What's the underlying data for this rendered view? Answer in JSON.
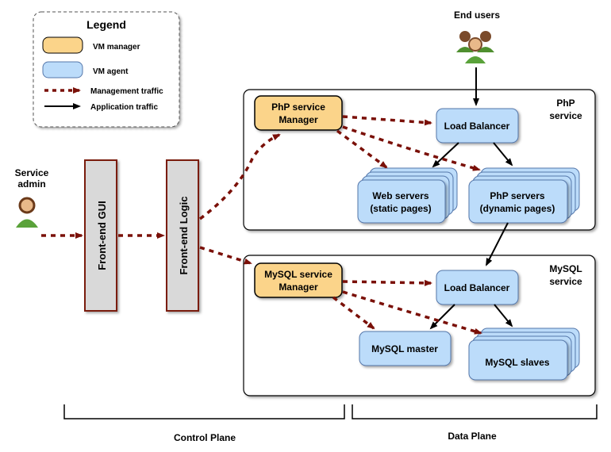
{
  "legend": {
    "title": "Legend",
    "vm_manager": "VM manager",
    "vm_agent": "VM agent",
    "management_traffic": "Management traffic",
    "application_traffic": "Application traffic"
  },
  "actors": {
    "end_users": "End users",
    "service_admin_line1": "Service",
    "service_admin_line2": "admin"
  },
  "front_end": {
    "gui": "Front-end GUI",
    "logic": "Front-end Logic"
  },
  "php_service": {
    "title_line1": "PhP",
    "title_line2": "service",
    "manager_line1": "PhP service",
    "manager_line2": "Manager",
    "load_balancer": "Load Balancer",
    "web_servers_line1": "Web servers",
    "web_servers_line2": "(static pages)",
    "php_servers_line1": "PhP servers",
    "php_servers_line2": "(dynamic pages)"
  },
  "mysql_service": {
    "title_line1": "MySQL",
    "title_line2": "service",
    "manager_line1": "MySQL service",
    "manager_line2": "Manager",
    "load_balancer": "Load Balancer",
    "master": "MySQL master",
    "slaves": "MySQL slaves"
  },
  "planes": {
    "control": "Control Plane",
    "data": "Data Plane"
  },
  "colors": {
    "vm_manager": "#fbd48a",
    "vm_agent": "#bcdcfa",
    "management_traffic": "#7a1008",
    "application_traffic": "#000000",
    "front_end_box": "#d9d9d9",
    "front_end_border": "#7a1a10"
  }
}
